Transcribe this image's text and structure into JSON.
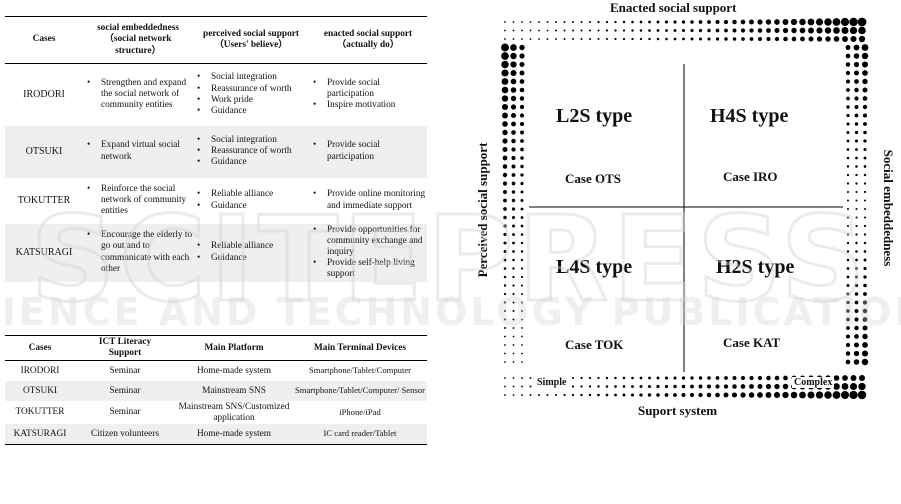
{
  "table1": {
    "headers": {
      "cases": "Cases",
      "embed": [
        "social embeddedness",
        "（social network",
        "structure）"
      ],
      "perceived": [
        "perceived social support",
        "（Users' believe）"
      ],
      "enacted": [
        "enacted social support",
        "（actually do）"
      ]
    },
    "rows": [
      {
        "case": "IRODORI",
        "embed": [
          "Strengthen and expand the social network of community entities"
        ],
        "perceived": [
          "Social integration",
          "Reassurance of worth",
          "Work pride",
          "Guidance"
        ],
        "enacted": [
          "Provide social participation",
          "Inspire motivation"
        ]
      },
      {
        "case": "OTSUKI",
        "embed": [
          "Expand virtual social network"
        ],
        "perceived": [
          "Social integration",
          "Reassurance of worth",
          "Guidance"
        ],
        "enacted": [
          "Provide social participation"
        ]
      },
      {
        "case": "TOKUTTER",
        "embed": [
          "Reinforce the social network of community entities"
        ],
        "perceived": [
          "Reliable alliance",
          "Guidance"
        ],
        "enacted": [
          "Provide online monitoring and immediate support"
        ]
      },
      {
        "case": "KATSURAGI",
        "embed": [
          "Encourage the elderly to go out and to communicate with each other"
        ],
        "perceived": [
          "Reliable alliance",
          "Guidance"
        ],
        "enacted": [
          "Provide opportunities for community exchange and inquiry",
          "Provide self-help living support"
        ]
      }
    ]
  },
  "table2": {
    "headers": {
      "cases": "Cases",
      "ict": [
        "ICT Literacy",
        "Support"
      ],
      "platform": "Main Platform",
      "devices": "Main Terminal Devices"
    },
    "rows": [
      {
        "case": "IRODORI",
        "ict": "Seminar",
        "platform": "Home-made system",
        "devices": "Smartphone/Tablet/Computer"
      },
      {
        "case": "OTSUKI",
        "ict": "Seminar",
        "platform": "Mainstream SNS",
        "devices": "Smartphone/Tablet/Computer/ Sensor"
      },
      {
        "case": "TOKUTTER",
        "ict": "Seminar",
        "platform": "Mainstream SNS/Customized application",
        "devices": "iPhone/iPad"
      },
      {
        "case": "KATSURAGI",
        "ict": "Citizen volunteers",
        "platform": "Home-made system",
        "devices": "IC card reader/Tablet"
      }
    ]
  },
  "figure": {
    "top_label": "Enacted social support",
    "left_label": "Perceived social support",
    "right_label": "Social embeddedness",
    "bottom_label": "Suport system",
    "corner_simple": "Simple",
    "corner_complex": "Complex",
    "quadrants": {
      "top_left": {
        "type": "L2S type",
        "case": "Case OTS"
      },
      "top_right": {
        "type": "H4S type",
        "case": "Case IRO"
      },
      "bottom_left": {
        "type": "L4S type",
        "case": "Case TOK"
      },
      "bottom_right": {
        "type": "H2S type",
        "case": "Case KAT"
      }
    }
  },
  "watermark": {
    "main": "SCITEPRESS",
    "sub": "SCIENCE AND TECHNOLOGY PUBLICATIONS",
    "color": "#d4d4d4"
  }
}
